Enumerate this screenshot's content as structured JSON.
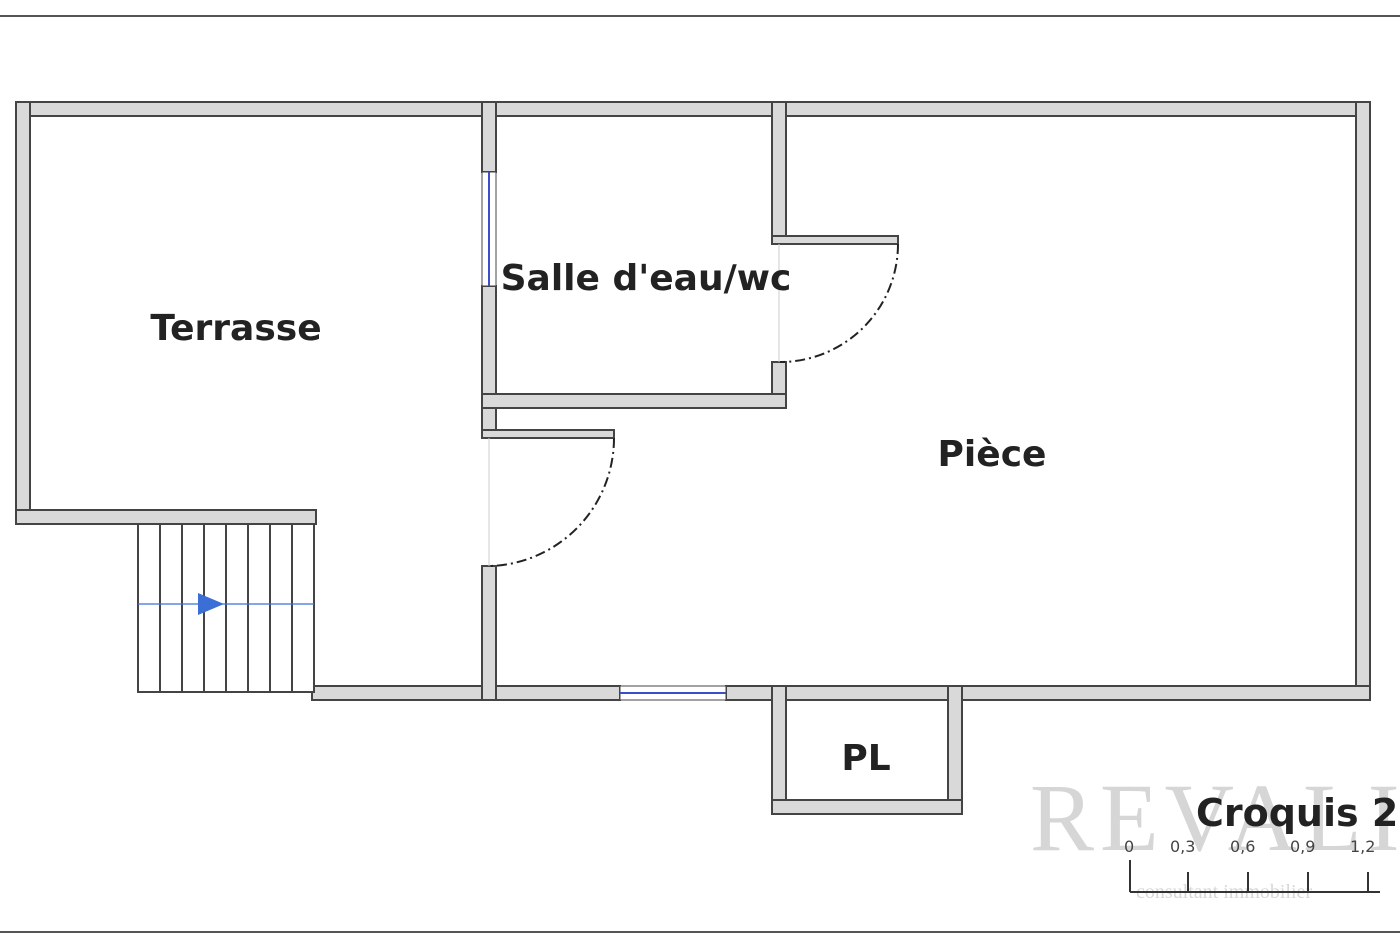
{
  "rooms": {
    "terrasse": "Terrasse",
    "salle_eau": "Salle d'eau/wc",
    "piece": "Pièce",
    "placard": "PL"
  },
  "sketch": {
    "title": "Croquis 2",
    "scale_ticks": [
      "0",
      "0,3",
      "0,6",
      "0,9",
      "1,2"
    ]
  },
  "watermark": {
    "brand": "REVALI",
    "tagline": "consultant immobilier"
  },
  "colors": {
    "wall": "#d9d9d9",
    "outline": "#444444",
    "window": "#3b50c8",
    "stair_arrow": "#3b6fd6",
    "text": "#222222"
  }
}
